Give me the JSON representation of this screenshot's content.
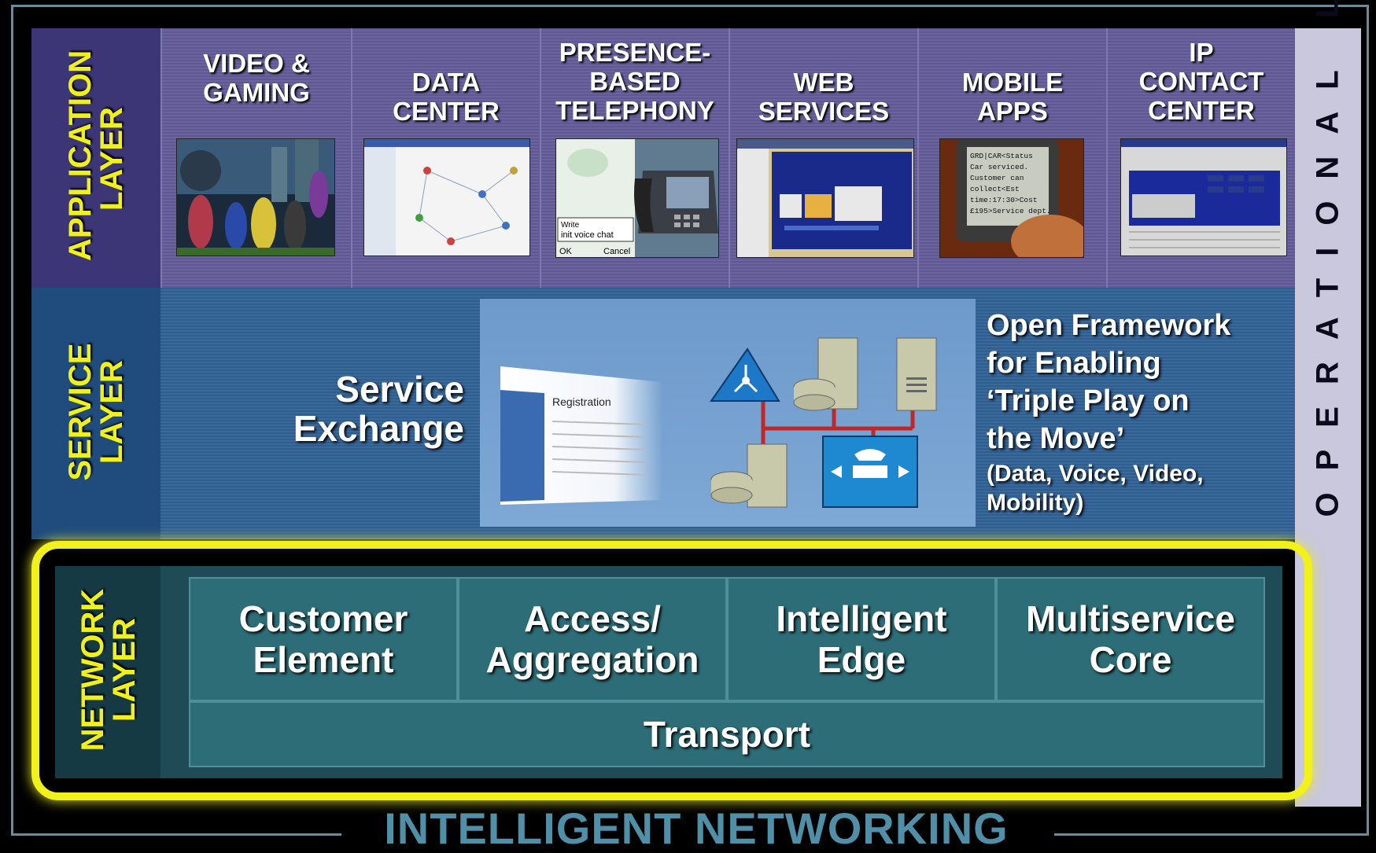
{
  "title": "INTELLIGENT NETWORKING",
  "layers": {
    "application": "APPLICATION\nLAYER",
    "service": "SERVICE\nLAYER",
    "network": "NETWORK\nLAYER",
    "operational": "OPERATIONAL LAYER"
  },
  "applications": [
    {
      "label": "VIDEO &\nGAMING"
    },
    {
      "label": "DATA\nCENTER"
    },
    {
      "label": "PRESENCE-\nBASED\nTELEPHONY"
    },
    {
      "label": "WEB\nSERVICES"
    },
    {
      "label": "MOBILE\nAPPS"
    },
    {
      "label": "IP\nCONTACT\nCENTER"
    }
  ],
  "service": {
    "exchange": "Service\nExchange",
    "framework": "Open Framework\nfor Enabling\n‘Triple Play on\nthe Move’",
    "framework_sub": "(Data, Voice, Video,\nMobility)",
    "screen_heading": "Registration"
  },
  "phone_screen": {
    "line1": "Write",
    "line2": "init voice chat",
    "ok": "OK",
    "cancel": "Cancel"
  },
  "mobile_screen": "GRD|CAR<Status\nCar serviced.\nCustomer can\ncollect<Est\ntime:17:30>Cost\n£195>Service dept.",
  "network": {
    "cells": [
      "Customer\nElement",
      "Access/\nAggregation",
      "Intelligent\nEdge",
      "Multiservice\nCore"
    ],
    "transport": "Transport"
  },
  "colors": {
    "highlight": "#f2f21a",
    "label_text": "#f0f01a",
    "title_text": "#4f8fa8"
  }
}
